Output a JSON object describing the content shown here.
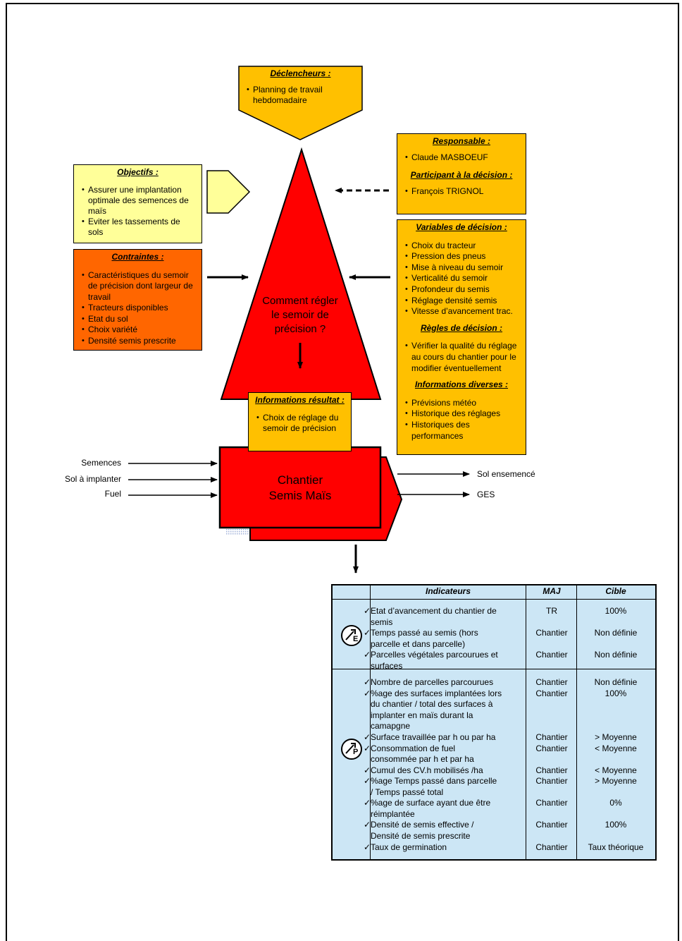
{
  "declencheurs": {
    "title": "Déclencheurs :",
    "items": [
      "Planning de travail hebdomadaire"
    ]
  },
  "responsable": {
    "title": "Responsable :",
    "items": [
      "Claude MASBOEUF"
    ],
    "participant_title": "Participant à la décision :",
    "participant_items": [
      "François TRIGNOL"
    ]
  },
  "objectifs": {
    "title": "Objectifs :",
    "items": [
      "Assurer une implantation optimale des semences de maïs",
      "Eviter les tassements de sols"
    ]
  },
  "contraintes": {
    "title": "Contraintes :",
    "items": [
      "Caractéristiques du semoir de précision dont largeur de travail",
      "Tracteurs disponibles",
      "Etat du sol",
      "Choix variété",
      "Densité semis prescrite"
    ]
  },
  "variables": {
    "title": "Variables de décision :",
    "items": [
      "Choix du tracteur",
      "Pression des pneus",
      "Mise à niveau du semoir",
      "Verticalité du semoir",
      "Profondeur du semis",
      "Réglage densité semis",
      "Vitesse d’avancement trac."
    ],
    "regles_title": "Règles de décision :",
    "regles_items": [
      "Vérifier la qualité du réglage au cours du chantier pour le modifier éventuellement"
    ],
    "infos_title": "Informations diverses :",
    "infos_items": [
      "Prévisions météo",
      "Historique des réglages",
      "Historiques des performances"
    ]
  },
  "decision": {
    "question": "Comment régler le semoir de précision ?"
  },
  "resultat": {
    "title": "Informations résultat :",
    "items": [
      "Choix de réglage du semoir de précision"
    ]
  },
  "chantier": {
    "title_line1": "Chantier",
    "title_line2": "Semis Maïs"
  },
  "inputs": [
    "Semences",
    "Sol à implanter",
    "Fuel"
  ],
  "outputs": [
    "Sol ensemencé",
    "GES"
  ],
  "table": {
    "headers": {
      "indicateurs": "Indicateurs",
      "maj": "MAJ",
      "cible": "Cible"
    },
    "groupE_icon": "efficiency-gauge-icon",
    "groupE_letter": "E",
    "groupP_icon": "performance-gauge-icon",
    "groupP_letter": "P",
    "rows": [
      {
        "ind": [
          "Etat d’avancement du chantier de",
          "semis"
        ],
        "maj": "TR",
        "cible": "100%"
      },
      {
        "ind": [
          "Temps passé au semis (hors",
          "parcelle et dans parcelle)"
        ],
        "maj": "Chantier",
        "cible": "Non définie"
      },
      {
        "ind": [
          "Parcelles végétales parcourues et",
          "surfaces"
        ],
        "maj": "Chantier",
        "cible": "Non définie"
      },
      {
        "ind": [
          "Nombre de parcelles parcourues"
        ],
        "maj": "Chantier",
        "cible": "Non définie"
      },
      {
        "ind": [
          "%age des surfaces implantées lors",
          "du chantier / total des surfaces à",
          "implanter en maïs durant la",
          "camapgne"
        ],
        "maj": "Chantier",
        "cible": "100%"
      },
      {
        "ind": [
          "Surface travaillée par h ou par ha"
        ],
        "maj": "Chantier",
        "cible": "> Moyenne"
      },
      {
        "ind": [
          "Consommation de fuel",
          "consommée par h et par ha"
        ],
        "maj": "Chantier",
        "cible": "< Moyenne"
      },
      {
        "ind": [
          "Cumul des CV.h mobilisés /ha"
        ],
        "maj": "Chantier",
        "cible": "< Moyenne"
      },
      {
        "ind": [
          "%age Temps passé dans parcelle",
          "/ Temps passé total"
        ],
        "maj": "Chantier",
        "cible": "> Moyenne"
      },
      {
        "ind": [
          "%age de surface ayant due être",
          "réimplantée"
        ],
        "maj": "Chantier",
        "cible": "0%"
      },
      {
        "ind": [
          "Densité de semis effective /",
          "Densité de semis prescrite"
        ],
        "maj": "Chantier",
        "cible": "100%"
      },
      {
        "ind": [
          "Taux de germination"
        ],
        "maj": "Chantier",
        "cible": "Taux théorique"
      }
    ]
  },
  "colors": {
    "red": "#ff0000",
    "yellow": "#ffc000",
    "pale_yellow": "#ffff99",
    "orange": "#ff6600",
    "table_blue": "#cce6f5"
  }
}
